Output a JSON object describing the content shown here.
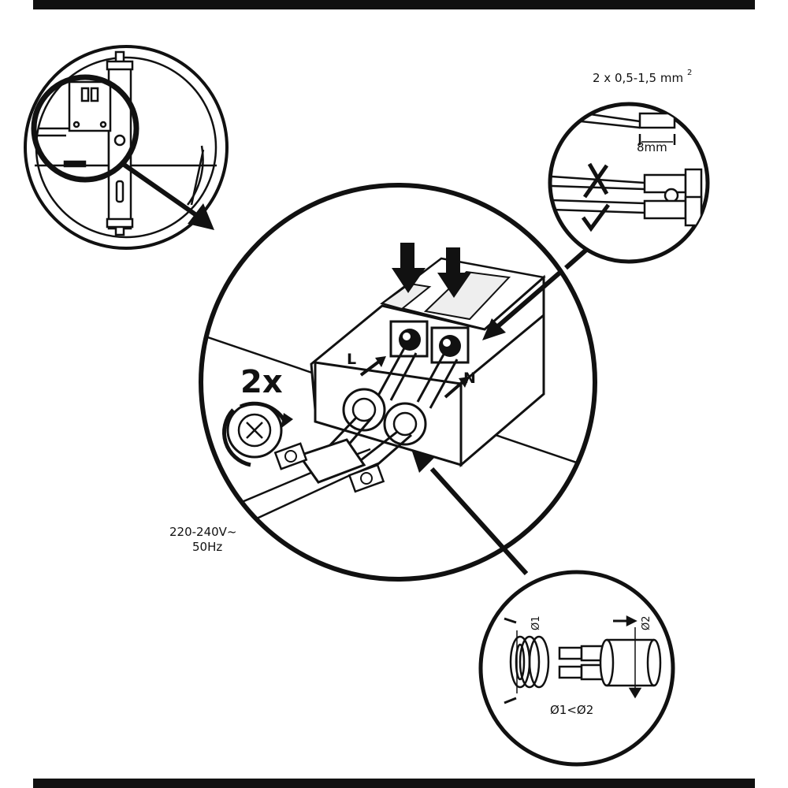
{
  "labels": {
    "wire_spec": "2 x 0,5-1,5 mm",
    "wire_spec_sup": "2",
    "strip_length": "8mm",
    "twice": "2x",
    "live": "L",
    "neutral": "N",
    "voltage": "220-240V~",
    "frequency": "50Hz",
    "diameter1": "Ø1",
    "diameter2": "Ø2",
    "diameter_rule": "Ø1<Ø2"
  },
  "colors": {
    "ink": "#111111",
    "paper": "#ffffff",
    "fill_light": "#eeeeee"
  }
}
